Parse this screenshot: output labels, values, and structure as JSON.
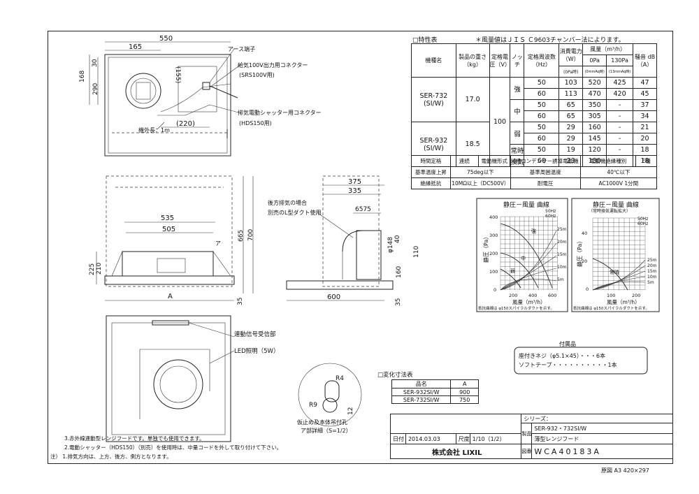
{
  "labels": {
    "earth": "アース端子",
    "connector_100v": "給気100V出力用コネクター",
    "connector_100v_model": "(SRS100V用)",
    "shutter_connector": "排気電動シャッター用コネクター",
    "shutter_connector_model": "(HDS150用)",
    "cord_length": "機外長：1m",
    "rear_exhaust": "後方排気の場合",
    "l_duct": "別売のL型ダクト使用",
    "remote_receiver": "連動信号受信部",
    "led": "LED照明（5W）",
    "mount_hole": "仮止め及本体吊付孔",
    "mount_hole_scale": "ア部詳細（S=1/2）",
    "label_a": "A",
    "label_a_small": "ア"
  },
  "dims": {
    "d550": "550",
    "d165": "165",
    "d168": "168",
    "d30": "30",
    "d290": "290",
    "d155": "(155)",
    "d220": "(220)",
    "d535": "535",
    "d505": "505",
    "d225": "225",
    "d210": "210",
    "d665": "665",
    "d700": "700",
    "d35a": "35",
    "d375": "375",
    "d335": "335",
    "d6575": "6575",
    "d148": "φ148",
    "d40": "40",
    "d110": "110",
    "d160": "160",
    "d600": "600",
    "d35b": "35",
    "r4": "R4",
    "r9": "R9",
    "d12": "12"
  },
  "spec": {
    "title": "□特性表",
    "note": "＊風量値はＪＩＳ Ｃ9603チャンバー法によります。",
    "headers": {
      "model": "機種名",
      "weight": "製品の重さ（kg）",
      "voltage": "定格電圧（V）",
      "notch": "ノッチ",
      "freq": "定格周波数（Hz）",
      "power": "消費電力（W）",
      "power_sub": "(0Pa時)",
      "airflow": "風量（m³/h）",
      "pa0": "0Pa",
      "pa130": "130Pa",
      "pa0_sub": "(0mmAq時)",
      "pa130_sub": "(13mmAq時)",
      "noise": "騒音 dB（A）"
    },
    "models": [
      {
        "name": "SER-732",
        "sub": "(SI/W)",
        "weight": "17.0"
      },
      {
        "name": "SER-932",
        "sub": "(SI/W)",
        "weight": "18.5"
      }
    ],
    "voltage": "100",
    "notches": [
      "強",
      "中",
      "弱",
      "常時換気"
    ],
    "notch_jou": "常時",
    "notch_kanki": "換気",
    "rows": [
      {
        "freq": "50",
        "power": "103",
        "q0": "520",
        "q130": "425",
        "db": "47"
      },
      {
        "freq": "60",
        "power": "113",
        "q0": "470",
        "q130": "420",
        "db": "45"
      },
      {
        "freq": "50",
        "power": "65",
        "q0": "350",
        "q130": "-",
        "db": "37"
      },
      {
        "freq": "60",
        "power": "65",
        "q0": "305",
        "q130": "-",
        "db": "34"
      },
      {
        "freq": "50",
        "power": "29",
        "q0": "160",
        "q130": "-",
        "db": "21"
      },
      {
        "freq": "60",
        "power": "29",
        "q0": "145",
        "q130": "-",
        "db": "20"
      },
      {
        "freq": "50",
        "power": "19",
        "q0": "120",
        "q130": "-",
        "db": "18"
      },
      {
        "freq": "60",
        "power": "23",
        "q0": "130",
        "q130": "-",
        "db": "18"
      }
    ],
    "footer": [
      [
        "時間定格",
        "連続",
        "電動機形式",
        "4極コンデンサー誘導電動機",
        "電動機絶縁種別",
        "E種"
      ],
      [
        "基準温度上昇",
        "75deg以下",
        "基準周囲温度",
        "40℃以下"
      ],
      [
        "絶縁抵抗",
        "10MΩ以上（DC500V）",
        "耐電圧",
        "AC1000V 1分間"
      ]
    ]
  },
  "graph1": {
    "title": "静圧－風量 曲線",
    "legend50": "50Hz",
    "legend60": "60Hz",
    "yaxis": "静圧（Pa）",
    "xaxis": "風量（m³/h）",
    "yticks": [
      "400",
      "300",
      "200",
      "100",
      "0"
    ],
    "xticks": [
      "200",
      "400",
      "600"
    ],
    "pipes": [
      "25m",
      "20m",
      "15m",
      "10m",
      "5m"
    ],
    "note": "抵抗曲線は φ150スパイラルダクトを示す。",
    "curves": [
      "強",
      "中",
      "弱"
    ]
  },
  "graph2": {
    "title": "静圧－風量 曲線",
    "subtitle": "（常時換気運転拡大）",
    "legend50": "50Hz",
    "legend60": "60Hz",
    "yaxis": "静圧（Pa）",
    "xaxis": "風量（m³/h）",
    "yticks": [
      "40",
      "20",
      "0"
    ],
    "xticks": [
      "100",
      "200"
    ],
    "pipes": [
      "25m",
      "20m",
      "15m",
      "10m",
      "5m"
    ],
    "note": "抵抗曲線は φ150スパイラルダクトを示す。",
    "curve": "常時"
  },
  "accessories": {
    "title": "付属品",
    "items": [
      "座付きネジ（φ5.1×45）・・・6本",
      "ソフトテープ・・・・・・・・・・1本"
    ]
  },
  "variants": {
    "title": "□変化寸法表",
    "headers": [
      "品名",
      "A"
    ],
    "rows": [
      [
        "SER-932SI/W",
        "900"
      ],
      [
        "SER-732SI/W",
        "750"
      ]
    ]
  },
  "notes": [
    "3.赤外線連動型レンジフードです。単独でも使用できます。",
    "2.電動シャッター（HDS150）（別売）を使用時は、中量コードを外して取り付けて下さい。",
    "注） 1.排気方向は、上方、後方、側方となります。"
  ],
  "title_block": {
    "series_label": "シリーズ：",
    "series": "SER-932・732SI/W",
    "product_label": "製品",
    "product": "薄型レンジフード",
    "date_label": "日付",
    "date": "2014.03.03",
    "scale_label": "尺度",
    "scale": "1/10（1/2）",
    "company": "株式会社",
    "brand": "LIXIL",
    "drawing_label": "図番",
    "drawing_no": "WCA40183A",
    "original": "原図 A3 420×297"
  }
}
